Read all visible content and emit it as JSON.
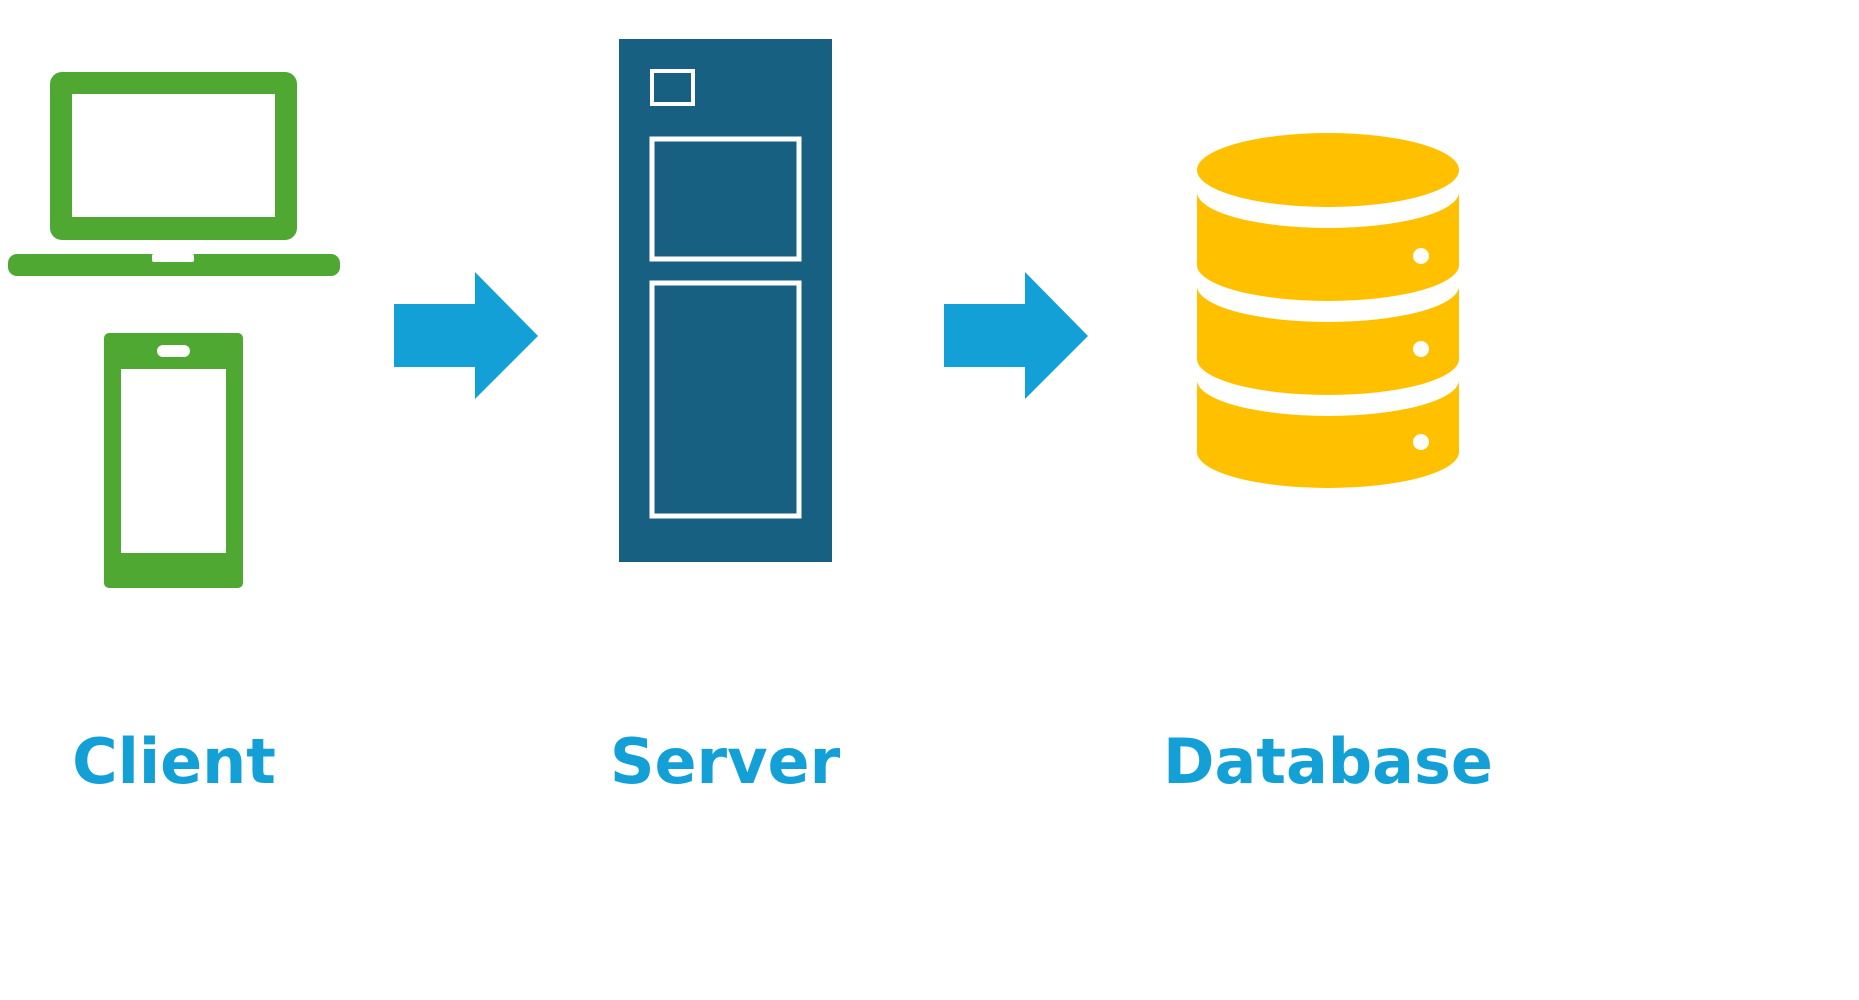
{
  "colors": {
    "client": "#4ea832",
    "server": "#186081",
    "database": "#ffc000",
    "arrow": "#12a0d7",
    "label": "#12a0d7",
    "inner": "#ffffff"
  },
  "nodes": [
    {
      "id": "client",
      "label": "Client",
      "icons": [
        "laptop-icon",
        "smartphone-icon"
      ]
    },
    {
      "id": "server",
      "label": "Server",
      "icons": [
        "server-tower-icon"
      ]
    },
    {
      "id": "database",
      "label": "Database",
      "icons": [
        "database-icon"
      ]
    }
  ],
  "edges": [
    {
      "from": "client",
      "to": "server"
    },
    {
      "from": "server",
      "to": "database"
    }
  ]
}
